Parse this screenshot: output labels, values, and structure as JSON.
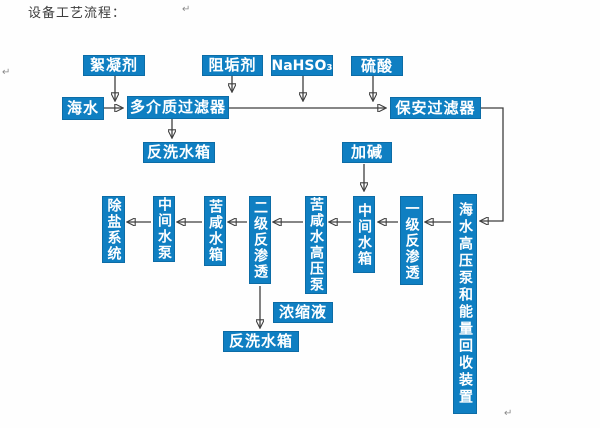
{
  "document": {
    "title": "设备工艺流程：",
    "paragraph_mark": "↵"
  },
  "diagram": {
    "nodes": {
      "flocculant": "絮凝剂",
      "scale_inhibitor": "阻垢剂",
      "sodium_bisulfite": "NaHSO₃",
      "sulfuric_acid": "硫酸",
      "seawater": "海水",
      "multimedia_filter": "多介质过滤器",
      "cartridge_filter": "保安过滤器",
      "backwash_tank_upper": "反洗水箱",
      "alkali_dosing": "加碱",
      "desalination_system": "除盐系统",
      "intermediate_water_pump": "中间水泵",
      "brackish_water_tank": "苦咸水箱",
      "second_stage_ro": "二级反渗透",
      "brackish_hp_pump": "苦咸水高压泵",
      "intermediate_water_tank": "中间水箱",
      "first_stage_ro": "一级反渗透",
      "sw_hp_pump_energy_recovery": "海水高压泵和能量回收装置",
      "concentrate": "浓缩液",
      "backwash_tank_lower": "反洗水箱"
    },
    "colors": {
      "node_fill": "#0f7fc2",
      "node_text": "#ffffff",
      "connector_line": "#3f3f3f",
      "title_text": "#3d3d3d"
    }
  }
}
